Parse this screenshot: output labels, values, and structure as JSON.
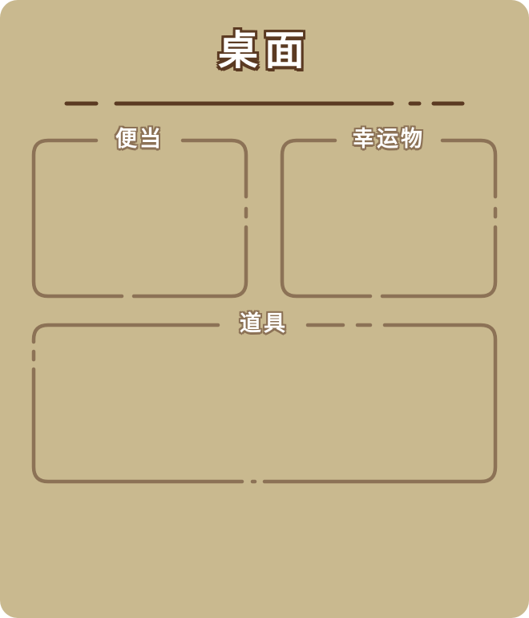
{
  "panel": {
    "title": "桌面"
  },
  "sections": {
    "bento": {
      "label": "便当"
    },
    "lucky": {
      "label": "幸运物"
    },
    "items": {
      "label": "道具"
    }
  },
  "colors": {
    "panel_bg": "#c9b98f",
    "title_outline": "#5b3a22",
    "frame_stroke": "#8c7256",
    "label_text": "#ffffff"
  }
}
